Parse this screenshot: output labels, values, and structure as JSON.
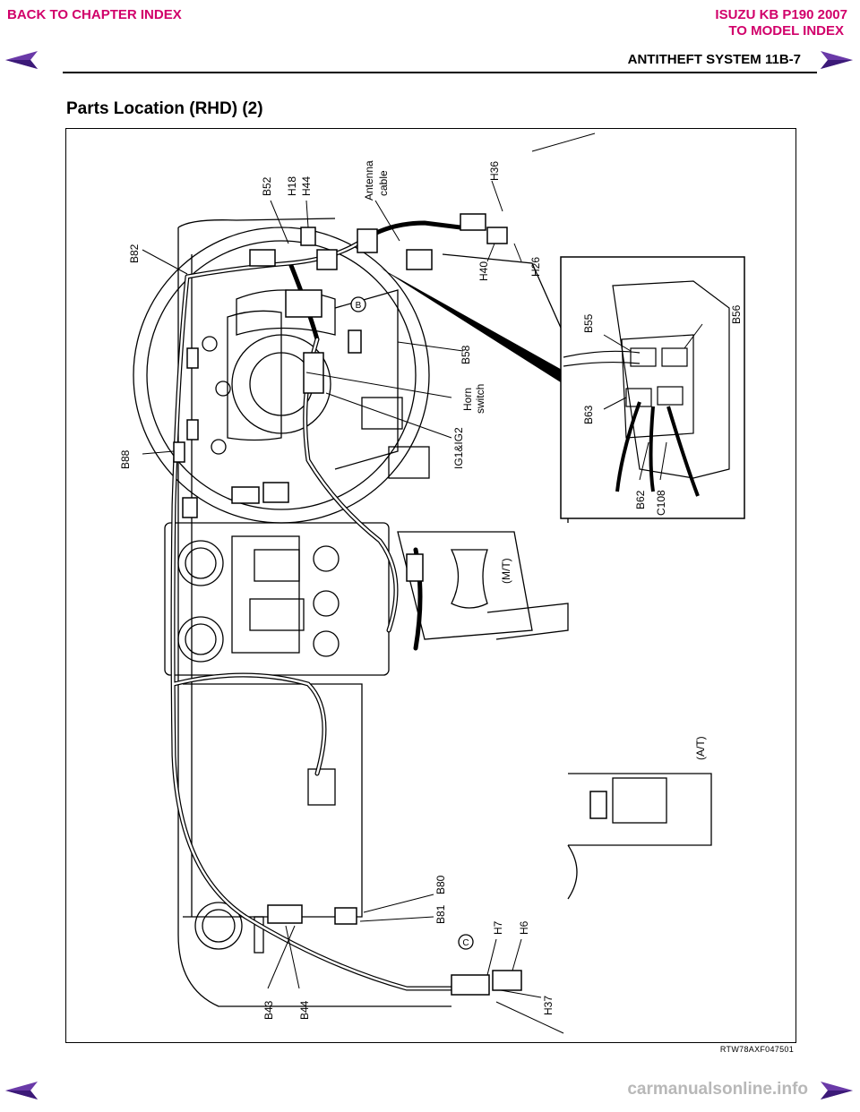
{
  "header": {
    "back_link": "BACK TO CHAPTER INDEX",
    "book_title": "ISUZU KB P190 2007",
    "model_link": "TO MODEL INDEX",
    "section_title": "ANTITHEFT SYSTEM 11B-7"
  },
  "page_heading": "Parts Location (RHD) (2)",
  "diagram": {
    "labels": {
      "b82": "B82",
      "b52": "B52",
      "h18": "H18",
      "h44": "H44",
      "antenna1": "Antenna",
      "antenna2": "cable",
      "h36": "H36",
      "h40": "H40",
      "h26": "H26",
      "b55": "B55",
      "b56": "B56",
      "b58": "B58",
      "horn1": "Horn",
      "horn2": "switch",
      "ig": "IG1&IG2",
      "b63": "B63",
      "b88": "B88",
      "b62": "B62",
      "c108": "C108",
      "mt": "(M/T)",
      "at": "(A/T)",
      "b80": "B80",
      "b81": "B81",
      "h7": "H7",
      "h6": "H6",
      "b43": "B43",
      "b44": "B44",
      "h37": "H37",
      "marker_b": "B",
      "marker_c": "C"
    },
    "figure_code": "RTW78AXF047501"
  },
  "footer": {
    "watermark": "carmanualsonline.info"
  }
}
